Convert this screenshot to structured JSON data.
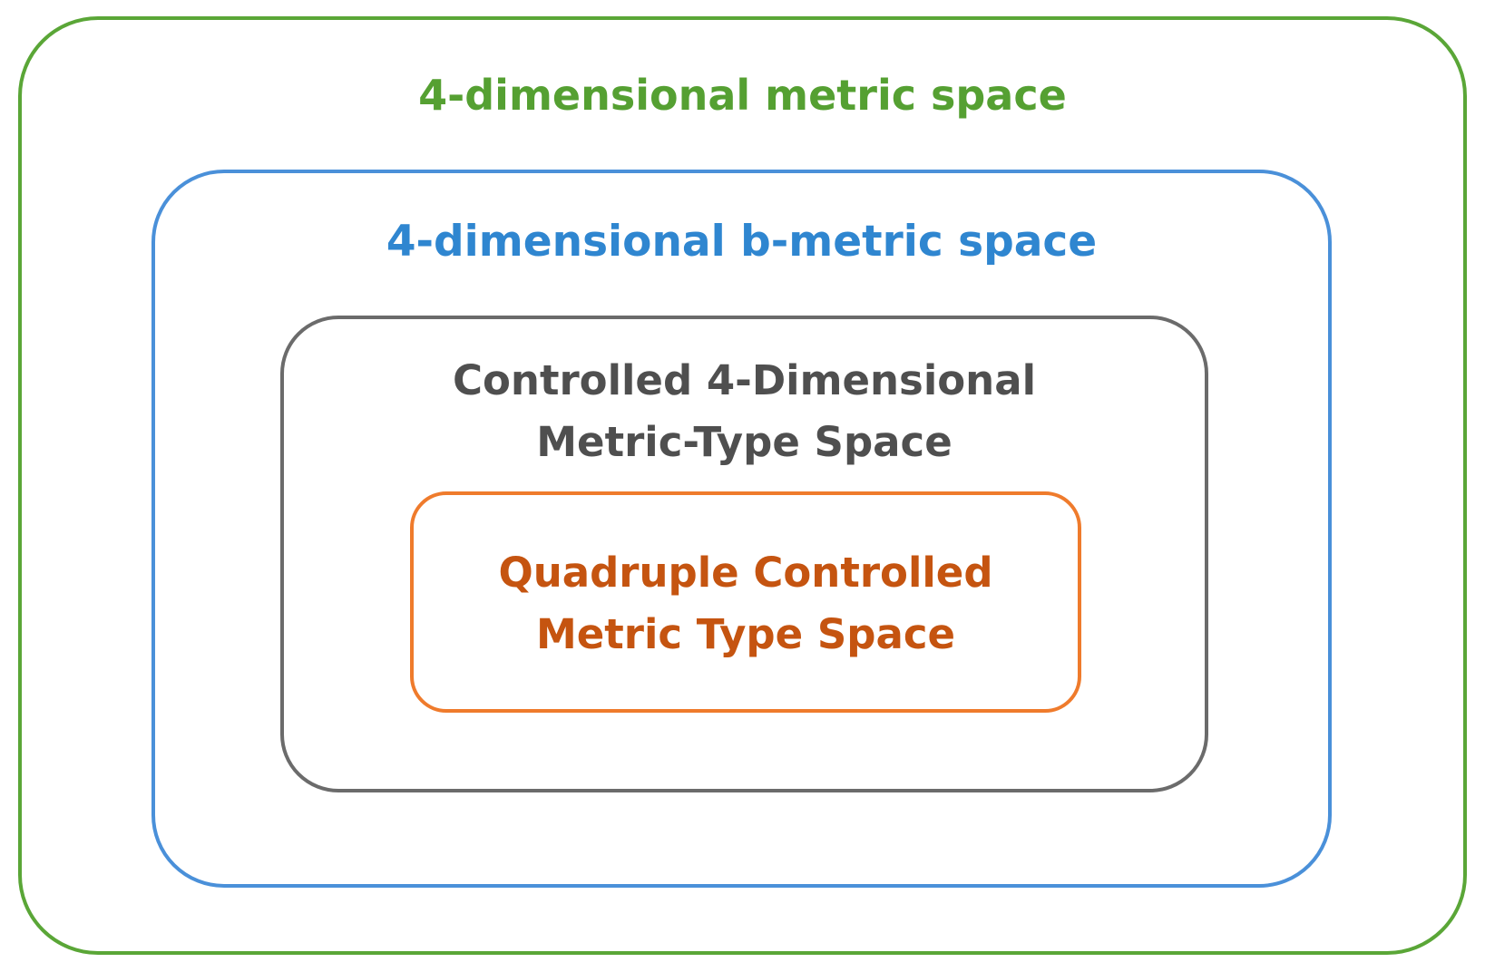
{
  "diagram": {
    "outer": {
      "label": "4-dimensional metric space",
      "color": "#5aa637"
    },
    "b_metric": {
      "label": "4-dimensional b-metric space",
      "color": "#4a90d9"
    },
    "controlled": {
      "label_line1": "Controlled 4-Dimensional",
      "label_line2": "Metric-Type Space",
      "color": "#6b6b6b"
    },
    "quadruple": {
      "label_line1": "Quadruple Controlled",
      "label_line2": "Metric Type Space",
      "color": "#ef7b2c"
    }
  }
}
